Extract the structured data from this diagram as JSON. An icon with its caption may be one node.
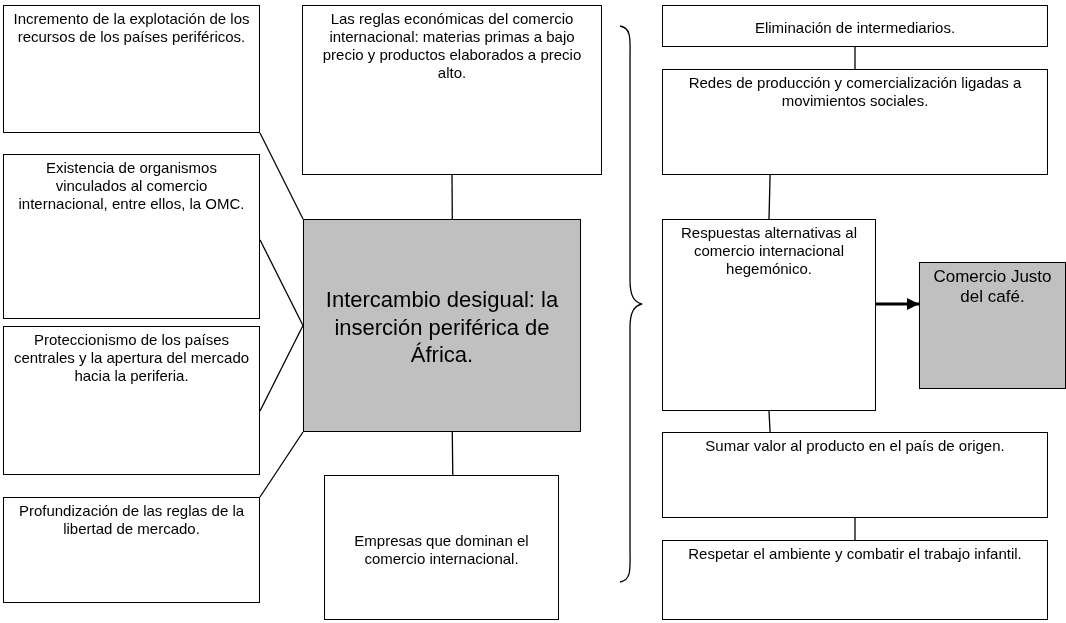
{
  "diagram": {
    "nodes": [
      {
        "text": [
          "Incremento de la explotación de los recursos de los países periféricos."
        ]
      },
      {
        "text": [
          "Existencia de organismos vinculados al comercio internacional, entre ellos, la OMC."
        ]
      },
      {
        "text": [
          "Proteccionismo de los países centrales y la apertura del mercado hacia la periferia."
        ]
      },
      {
        "text": [
          "Profundización de las reglas de la libertad de mercado."
        ]
      },
      {
        "text": [
          "Las reglas económicas del comercio internacional: materias primas a bajo precio y productos elaborados a precio alto."
        ]
      },
      {
        "text": [
          "Intercambio desigual: la inserción periférica de África."
        ]
      },
      {
        "text": [
          "Empresas que dominan el comercio internacional."
        ]
      },
      {
        "text": [
          "Eliminación de intermediarios."
        ]
      },
      {
        "text": [
          "Redes de producción y comercialización ligadas a movimientos sociales."
        ]
      },
      {
        "text": [
          "Respuestas alternativas al comercio internacional hegemónico."
        ]
      },
      {
        "text": [
          "Comercio Justo del café."
        ]
      },
      {
        "text": [
          "Sumar valor al producto en el país de origen."
        ]
      },
      {
        "text": [
          "Respetar el ambiente y combatir el trabajo infantil."
        ]
      }
    ],
    "edges": [
      {
        "from": 0,
        "to": 5,
        "arrow": "none"
      },
      {
        "from": 1,
        "to": 5,
        "arrow": "none"
      },
      {
        "from": 2,
        "to": 5,
        "arrow": "none"
      },
      {
        "from": 3,
        "to": 5,
        "arrow": "none"
      },
      {
        "from": 4,
        "to": 5,
        "arrow": "none"
      },
      {
        "from": 5,
        "to": 6,
        "arrow": "none"
      },
      {
        "from": 7,
        "to": 8,
        "arrow": "none"
      },
      {
        "from": 8,
        "to": 9,
        "arrow": "none"
      },
      {
        "from": 9,
        "to": 10,
        "arrow": "to",
        "style": "thick"
      },
      {
        "from": 9,
        "to": 11,
        "arrow": "none"
      },
      {
        "from": 11,
        "to": 12,
        "arrow": "none"
      }
    ]
  }
}
